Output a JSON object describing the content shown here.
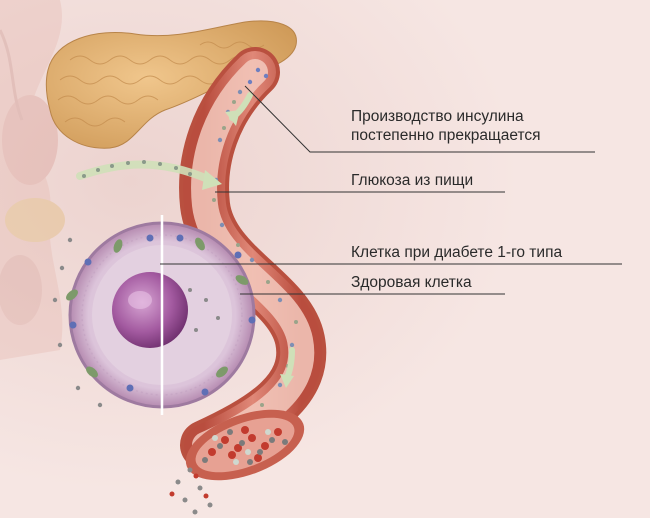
{
  "labels": {
    "insulin_production_line1": "Производство инсулина",
    "insulin_production_line2": "постепенно прекращается",
    "glucose_from_food": "Глюкоза из пищи",
    "type1_cell": "Клетка при диабете 1-го типа",
    "healthy_cell": "Здоровая клетка"
  },
  "colors": {
    "background": "#f6e6e3",
    "pancreas": "#e2b374",
    "vessel_outer": "#cf6d5c",
    "vessel_inner": "#f2c6ba",
    "cell_membrane": "#c8a9c3",
    "nucleus": "#9b4f96",
    "glucose_arrow": "#cfe0b8",
    "leader_line": "#333333"
  }
}
